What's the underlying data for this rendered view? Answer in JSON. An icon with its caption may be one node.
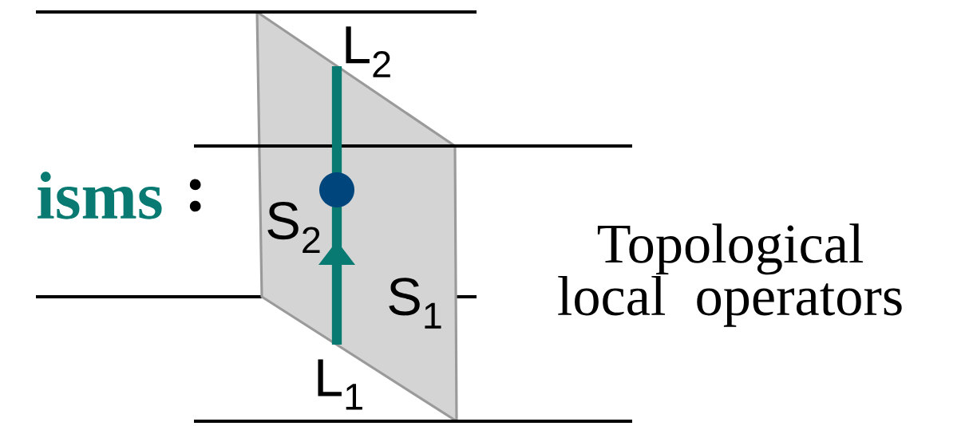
{
  "diagram": {
    "labels": [
      "isms",
      ":",
      "L$_{2}$",
      "S$_{2}$",
      "S$_{1}$",
      "Topological local operators",
      "L$_{1}$"
    ]
  }
}
